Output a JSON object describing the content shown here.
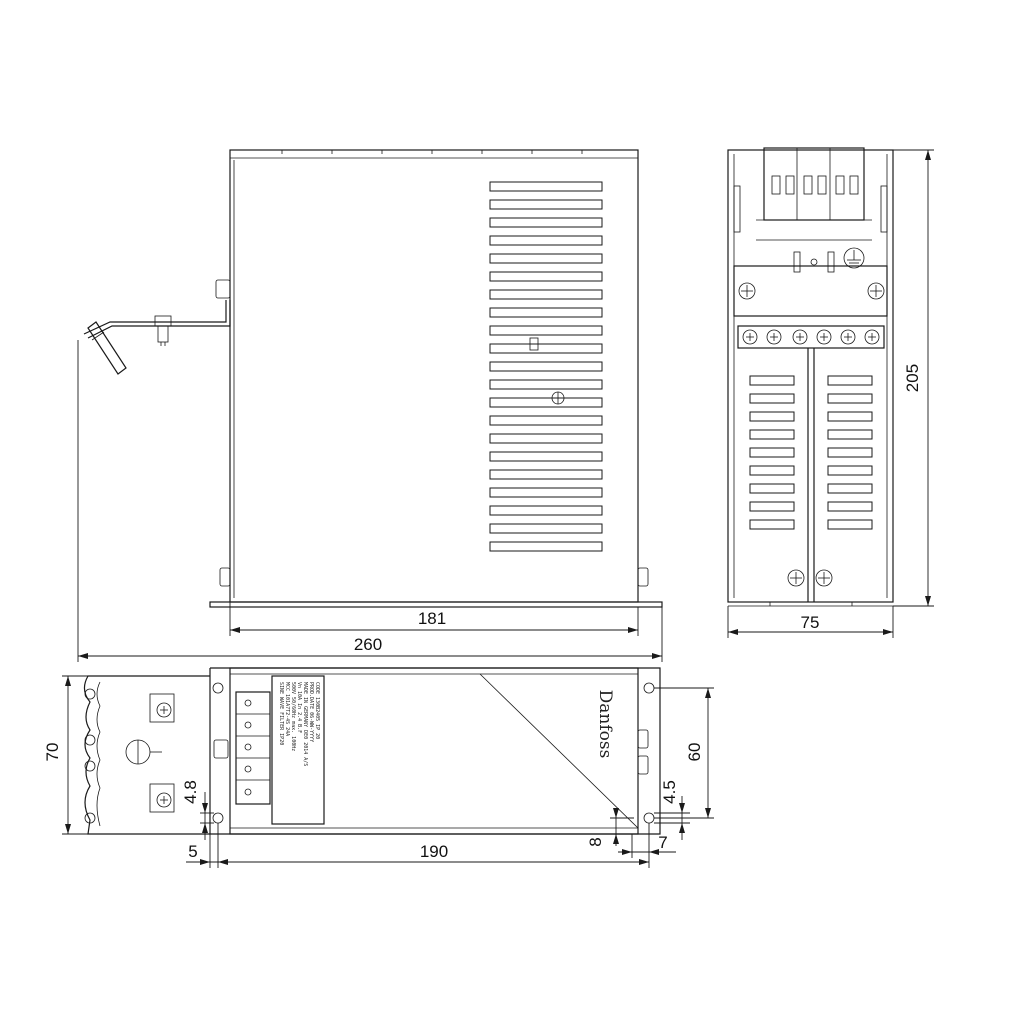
{
  "dimensions": {
    "front_inner_width": "181",
    "overall_width": "260",
    "side_width": "75",
    "side_height": "205",
    "plan_height": "70",
    "mount_spacing_vertical": "60",
    "mount_spacing_horizontal": "190",
    "offset_4_8": "4.8",
    "offset_5": "5",
    "offset_4_5": "4.5",
    "offset_8": "8",
    "offset_7": "7"
  },
  "label_plate": {
    "lines": [
      "SINE WAVE FILTER  IP20",
      "MCC 101A7T2-4S  24A",
      "500V  50/60Hz  max. 100Hz",
      "Vn 10A  In 2.4  B.F",
      "MADE IN GERMANY  DE0 2014 A/S",
      "PROD.DATE  06-WW-YYYY",
      "CODE  130B2405 IP 20"
    ]
  },
  "brand": "Danfoss"
}
